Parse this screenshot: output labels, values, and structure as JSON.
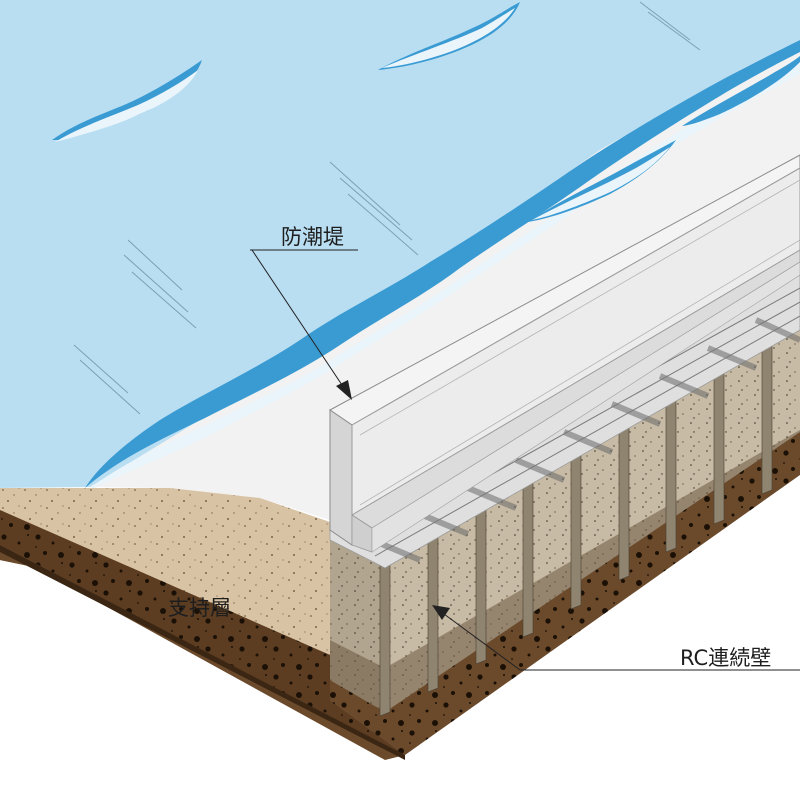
{
  "labels": {
    "seawall": "防潮堤",
    "rc_wall": "RC連続壁",
    "bearing_layer": "支持層"
  },
  "colors": {
    "sea": "#b9def2",
    "wave_crest": "#3a9bd3",
    "foam": "#eaf5fb",
    "sand": "#d9c3a5",
    "soil": "#6b4a2c",
    "soil_dark": "#4a3019",
    "concrete": "#e7e7e7",
    "wall_panel": "#b1a58f",
    "leader_line": "#222222"
  }
}
